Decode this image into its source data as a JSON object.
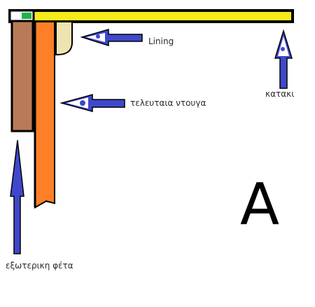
{
  "labels": {
    "lining": "Lining",
    "last_coat": "τελευταια ντουγα",
    "katakia": "κατακι",
    "outer_slice": "εξωτερικη φέτα",
    "letter": "A"
  },
  "colors": {
    "top_bar": "#f5eb1c",
    "outline": "#000000",
    "outer_slice": "#b97a57",
    "last_coat": "#ff7f27",
    "lining": "#efe4b0",
    "arrow_fill": "#3f48cc",
    "small_block_green": "#22b14c"
  },
  "icons": {
    "arrow": "arrow-icon"
  }
}
